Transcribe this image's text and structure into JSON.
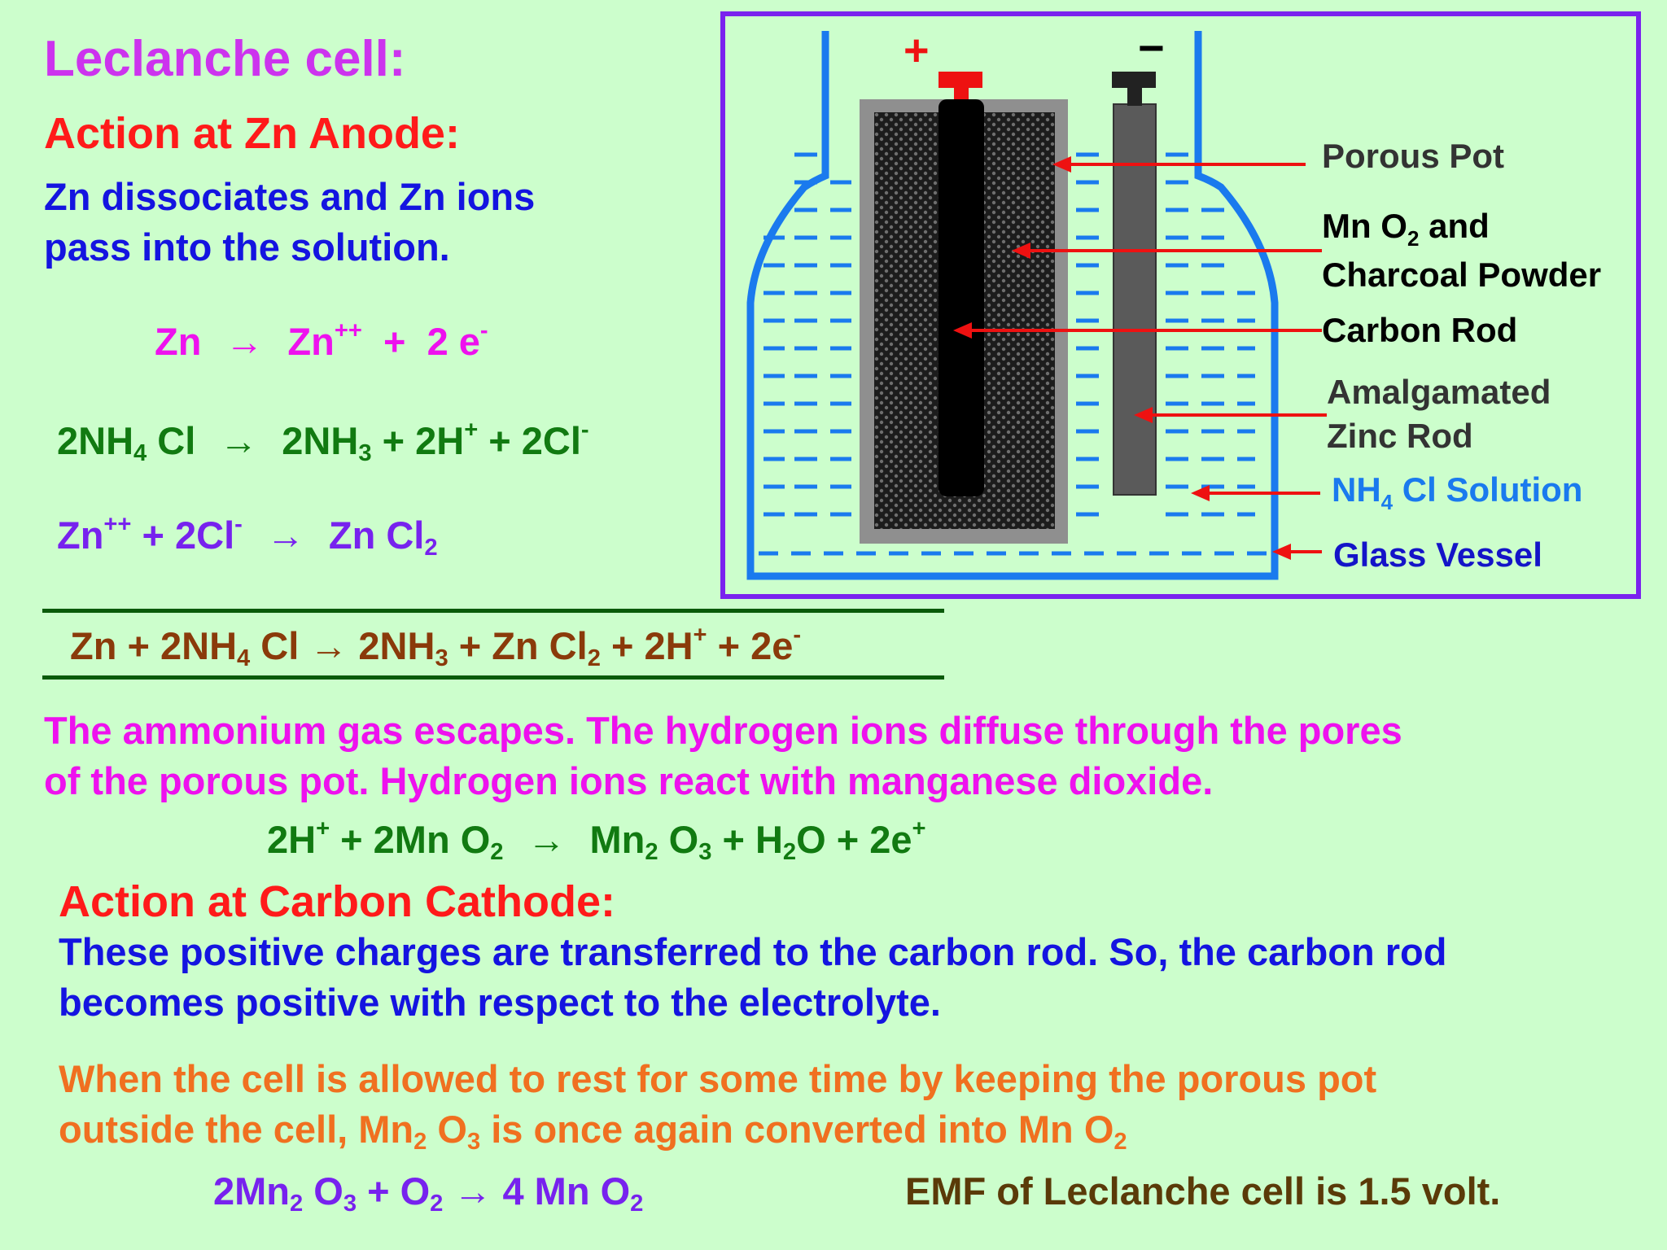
{
  "title": "Leclanche cell:",
  "anode_heading": "Action at Zn Anode:",
  "anode_text": [
    "Zn dissociates and Zn ions",
    "pass into the solution."
  ],
  "eq1": {
    "lhs": "Zn",
    "arrow": "→",
    "zn": "Zn",
    "zn_charge": "++",
    "plus": "+",
    "e": "2 e",
    "e_charge": "-"
  },
  "eq2": {
    "a": "2NH",
    "a_sub": "4",
    "a2": " Cl",
    "arrow": "→",
    "b": "2NH",
    "b_sub": "3",
    "c": " + 2H",
    "c_sup": "+",
    "d": " + 2Cl",
    "d_sup": "-"
  },
  "eq3": {
    "a": "Zn",
    "a_sup": "++",
    "b": " + 2Cl",
    "b_sup": "-",
    "arrow": "→",
    "c": "Zn Cl",
    "c_sub": "2"
  },
  "net_eq": {
    "a": "Zn  + 2NH",
    "a_sub": "4",
    "b": " Cl ",
    "arrow": "→",
    "c": " 2NH",
    "c_sub": "3",
    "d": " + Zn Cl",
    "d_sub": "2",
    "e": "  + 2H",
    "e_sup": "+",
    "f": "  + 2e",
    "f_sup": "-"
  },
  "gas_text": [
    "The ammonium gas escapes.  The hydrogen ions diffuse through the pores",
    "of the porous pot. Hydrogen ions react with manganese dioxide."
  ],
  "eq4": {
    "a": "2H",
    "a_sup": "+",
    "b": " + 2Mn O",
    "b_sub": "2",
    "arrow": "→",
    "c": "Mn",
    "c_sub": "2",
    "d": " O",
    "d_sub": "3",
    "e": " + H",
    "e_sub": "2",
    "f": "O  + 2e",
    "f_sup": "+"
  },
  "cathode_heading": "Action at Carbon Cathode:",
  "cathode_text": [
    "These positive charges are transferred to the carbon rod.  So, the carbon rod",
    "becomes positive with respect to the electrolyte."
  ],
  "rest_text": {
    "line1": "When the cell is allowed to rest for some time by keeping the porous pot",
    "a": "outside the cell, Mn",
    "a_sub": "2",
    "b": " O",
    "b_sub": "3",
    "c": " is once again converted into Mn O",
    "c_sub": "2"
  },
  "eq5": {
    "a": "2Mn",
    "a_sub": "2",
    "b": " O",
    "b_sub": "3",
    "c": " + O",
    "c_sub": "2",
    "arrow": "→",
    "d": " 4 Mn O",
    "d_sub": "2"
  },
  "emf_text": "EMF of Leclanche cell is 1.5 volt.",
  "diagram": {
    "plus_sign": "+",
    "minus_sign": "−",
    "labels": {
      "porous_pot": "Porous Pot",
      "mno2_a": "Mn O",
      "mno2_sub": "2",
      "mno2_b": " and",
      "charcoal": "Charcoal Powder",
      "carbon_rod": "Carbon Rod",
      "amalgamated": "Amalgamated",
      "zinc_rod": "Zinc Rod",
      "nh4cl_a": "NH",
      "nh4cl_sub": "4",
      "nh4cl_b": " Cl Solution",
      "glass_vessel": "Glass Vessel"
    }
  },
  "colors": {
    "background": "#ccfecc",
    "title": "#cc33ee",
    "heading_red": "#ff1a1a",
    "body_blue": "#1414e0",
    "magenta": "#ee11ee",
    "green": "#117a11",
    "purple": "#7722ee",
    "brown": "#8a3a0a",
    "orange": "#f07020",
    "emf": "#5a3a08",
    "frame": "#7a22ee",
    "glass": "#1a7aee",
    "arrow_red": "#ee1111"
  }
}
